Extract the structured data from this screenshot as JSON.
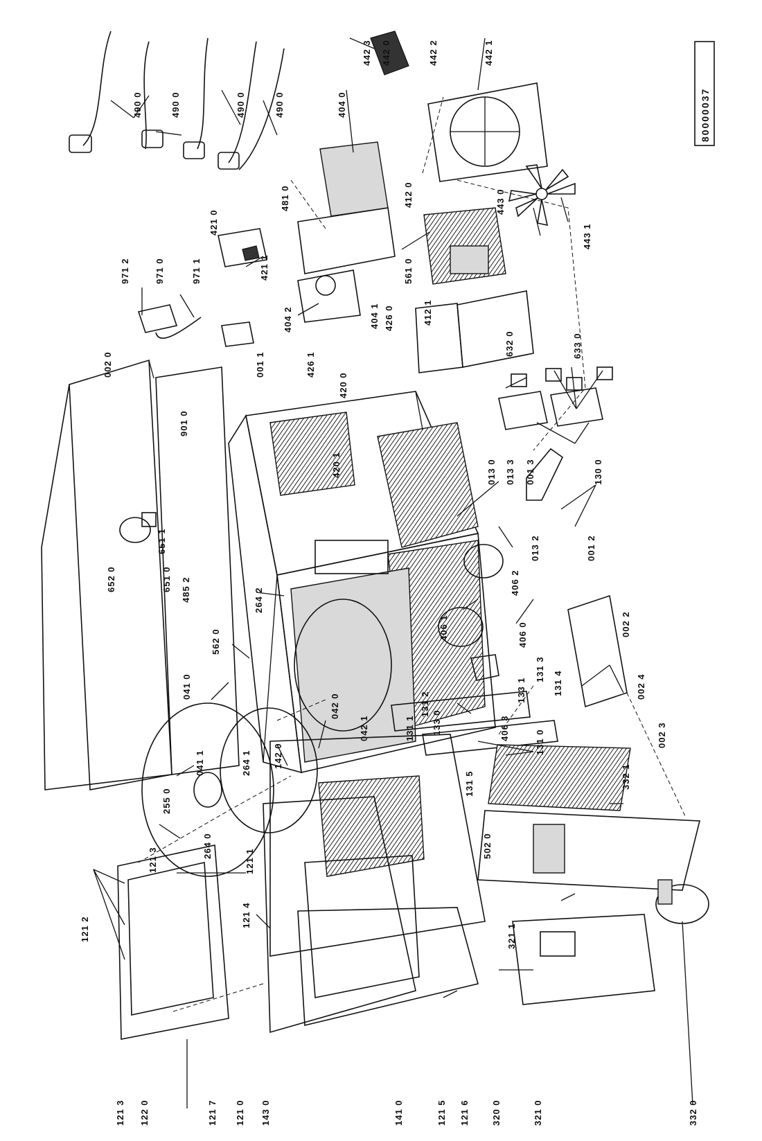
{
  "drawing": {
    "reference_number": "80000037"
  },
  "labels": [
    "442 3",
    "442 0",
    "442 2",
    "442 1",
    "404 0",
    "412 0",
    "443 0",
    "443 1",
    "490 0",
    "490 0",
    "490 0",
    "490 0",
    "421 0",
    "481 0",
    "421 1",
    "971 2",
    "971 0",
    "971 1",
    "404 1",
    "404 2",
    "426 0",
    "561 0",
    "412 1",
    "632 0",
    "633 0",
    "002 0",
    "001 1",
    "426 1",
    "420 0",
    "420 1",
    "901 0",
    "013 0",
    "013 3",
    "001 3",
    "130 0",
    "013 2",
    "001 2",
    "651 1",
    "652 0",
    "651 0",
    "485 2",
    "406 2",
    "406 0",
    "406 1",
    "002 2",
    "264 2",
    "562 0",
    "041 0",
    "042 0",
    "133 1",
    "131 3",
    "131 4",
    "406 3",
    "133 0",
    "131 2",
    "131 1",
    "002 4",
    "002 3",
    "042 1",
    "131 0",
    "041 1",
    "255 0",
    "264 1",
    "142 0",
    "131 5",
    "332 1",
    "264 0",
    "502 0",
    "121 3",
    "121 1",
    "121 2",
    "121 4",
    "321 1",
    "320 0",
    "121 3",
    "122 0",
    "121 7",
    "121 0",
    "143 0",
    "141 0",
    "121 5",
    "121 6",
    "321 0",
    "332 0"
  ]
}
